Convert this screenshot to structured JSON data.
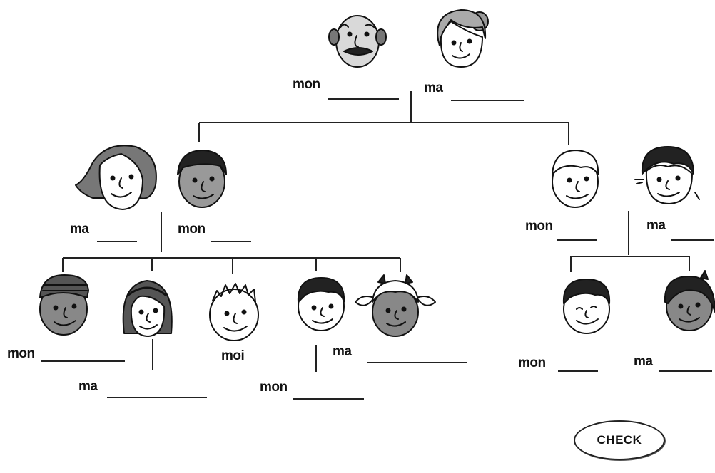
{
  "exercise": {
    "check_label": "CHECK",
    "slots": [
      {
        "id": "grandfather",
        "label": "mon",
        "icon": "grandfather-face-icon",
        "answer": ""
      },
      {
        "id": "grandmother",
        "label": "ma",
        "icon": "grandmother-face-icon",
        "answer": ""
      },
      {
        "id": "aunt",
        "label": "ma",
        "icon": "aunt-face-icon",
        "answer": ""
      },
      {
        "id": "uncle",
        "label": "mon",
        "icon": "uncle-face-icon",
        "answer": ""
      },
      {
        "id": "father",
        "label": "mon",
        "icon": "father-face-icon",
        "answer": ""
      },
      {
        "id": "mother",
        "label": "ma",
        "icon": "mother-face-icon",
        "answer": ""
      },
      {
        "id": "cousin-boy",
        "label": "mon",
        "icon": "cousin-boy-face-icon",
        "answer": ""
      },
      {
        "id": "cousin-girl",
        "label": "ma",
        "icon": "cousin-girl-face-icon",
        "answer": ""
      },
      {
        "id": "self",
        "label": "moi",
        "icon": "self-face-icon",
        "answer": ""
      },
      {
        "id": "cousin-boy-2",
        "label": "mon",
        "icon": "cousin-boy-2-face-icon",
        "answer": ""
      },
      {
        "id": "cousin-girl-2",
        "label": "ma",
        "icon": "cousin-girl-2-face-icon",
        "answer": ""
      },
      {
        "id": "brother",
        "label": "mon",
        "icon": "brother-face-icon",
        "answer": ""
      },
      {
        "id": "sister",
        "label": "ma",
        "icon": "sister-face-icon",
        "answer": ""
      }
    ]
  }
}
